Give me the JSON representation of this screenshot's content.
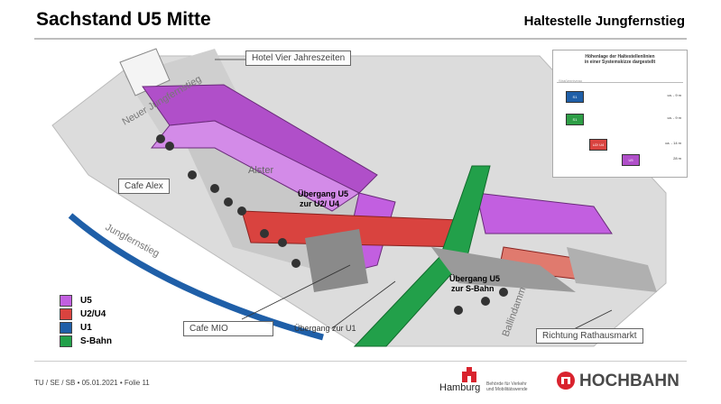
{
  "header": {
    "title": "Sachstand U5 Mitte",
    "subtitle": "Haltestelle Jungfernstieg"
  },
  "labels": {
    "hotel": "Hotel Vier Jahreszeiten",
    "neuer_jungfernstieg": "Neuer Jungfernstieg",
    "cafe_alex": "Cafe Alex",
    "alster": "Alster",
    "jungfernstieg": "Jungfernstieg",
    "uebergang_u2_l1": "Übergang U5",
    "uebergang_u2_l2": "zur U2/ U4",
    "uebergang_sbahn_l1": "Übergang U5",
    "uebergang_sbahn_l2": "zur S-Bahn",
    "cafe_mio": "Cafe MIO",
    "uebergang_u1": "Übergang zur U1",
    "ballindamm": "Ballindamm",
    "rathausmarkt": "Richtung Rathausmarkt"
  },
  "inset": {
    "title_l1": "Höhenlage der Haltestellenlinien",
    "title_l2": "in einer Systemskizze dargestellt",
    "ground": "Straßenniveau",
    "levels": [
      {
        "line": "S1",
        "depth": "ca. - 9 m",
        "color": "#1f5fa8"
      },
      {
        "line": "S1",
        "depth": "ca. - 9 m",
        "color": "#2e9e46"
      },
      {
        "line": "U2/ U4",
        "depth": "ca. - 14 m",
        "color": "#d9433f"
      },
      {
        "line": "U5",
        "depth": "28 m",
        "color": "#b04fc9"
      }
    ]
  },
  "legend": [
    {
      "label": "U5",
      "color": "#c25fe0"
    },
    {
      "label": "U2/U4",
      "color": "#d9433f"
    },
    {
      "label": "U1",
      "color": "#1f5fa8"
    },
    {
      "label": "S-Bahn",
      "color": "#22a04a"
    }
  ],
  "footer": {
    "text": "TU / SE / SB • 05.01.2021 • Folie 11",
    "hamburg": "Hamburg",
    "behoerde_l1": "Behörde für Verkehr",
    "behoerde_l2": "und Mobilitätswende",
    "hochbahn": "HOCHBAHN"
  }
}
